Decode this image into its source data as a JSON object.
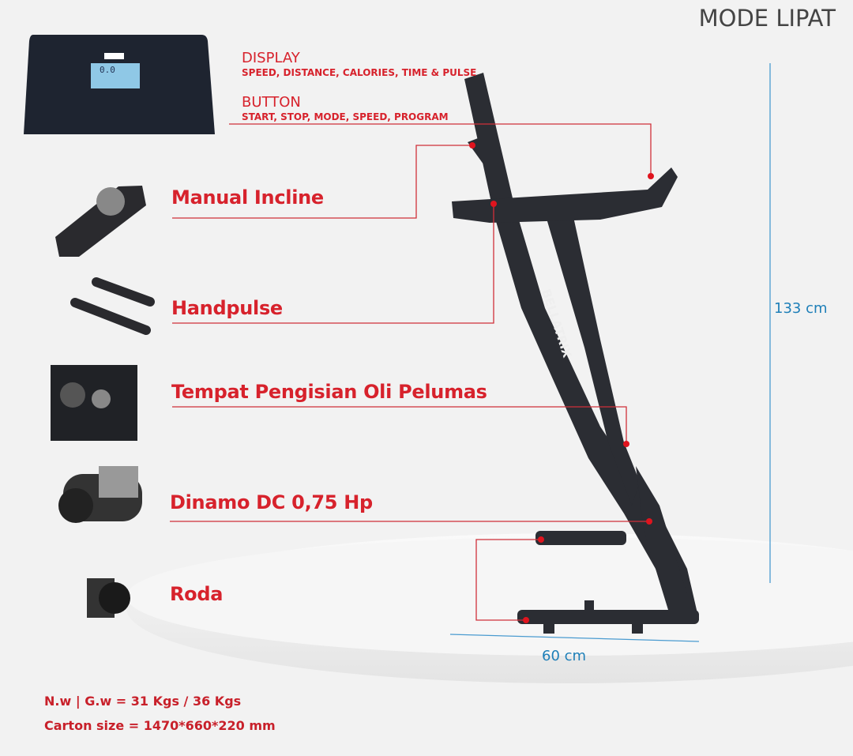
{
  "title": "MODE LIPAT",
  "display": {
    "heading": "DISPLAY",
    "detail": "SPEED, DISTANCE, CALORIES,  TIME & PULSE",
    "lcd_value": "0.0"
  },
  "button": {
    "heading": "BUTTON",
    "detail": "START, STOP, MODE, SPEED, PROGRAM"
  },
  "features": [
    "Manual Incline",
    "Handpulse",
    "Tempat Pengisian Oli Pelumas",
    "Dinamo DC 0,75 Hp",
    "Roda"
  ],
  "brand": "BELLATRIX",
  "dimensions": {
    "height": "133 cm",
    "width": "60 cm"
  },
  "specs": {
    "weight": "N.w | G.w = 31 Kgs / 36 Kgs",
    "carton": "Carton size = 1470*660*220 mm"
  },
  "colors": {
    "accent": "#d7222c",
    "dimension": "#1e7fb8",
    "frame": "#2b2d33"
  }
}
